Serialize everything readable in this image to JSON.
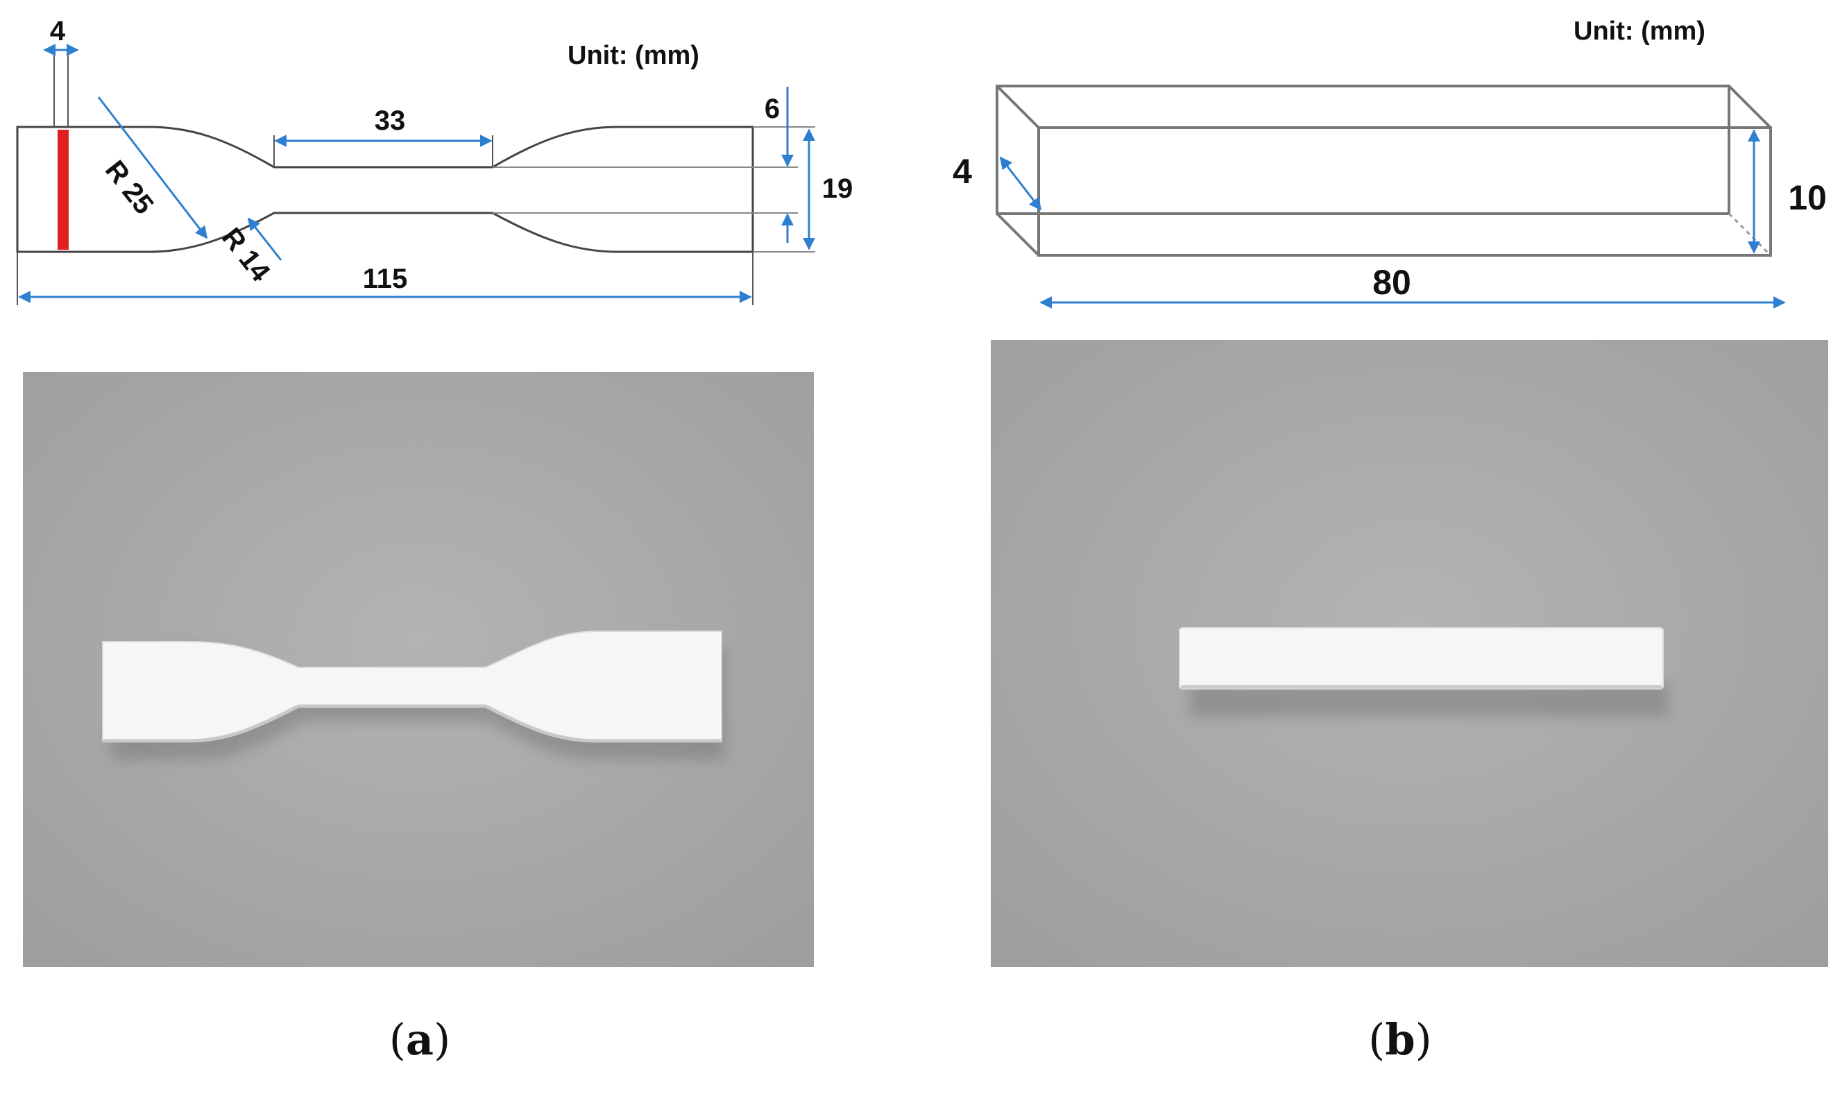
{
  "panel_a": {
    "unit_label": "Unit: (mm)",
    "dim_grip_width": "4",
    "dim_gauge_length": "33",
    "dim_gauge_width": "6",
    "dim_total_width": "19",
    "dim_radius_outer": "R 25",
    "dim_radius_inner": "R 14",
    "dim_total_length": "115",
    "caption_open": "(",
    "caption_letter": "a",
    "caption_close": ")"
  },
  "panel_b": {
    "unit_label": "Unit: (mm)",
    "dim_thickness": "4",
    "dim_height": "10",
    "dim_length": "80",
    "caption_open": "(",
    "caption_letter": "b",
    "caption_close": ")"
  },
  "colors": {
    "dimension_arrow": "#2f7fd0",
    "outline": "#444444",
    "marker_red": "#e0201e",
    "photo_background": "#a9aaa8",
    "specimen_white": "#f6f6f4"
  }
}
